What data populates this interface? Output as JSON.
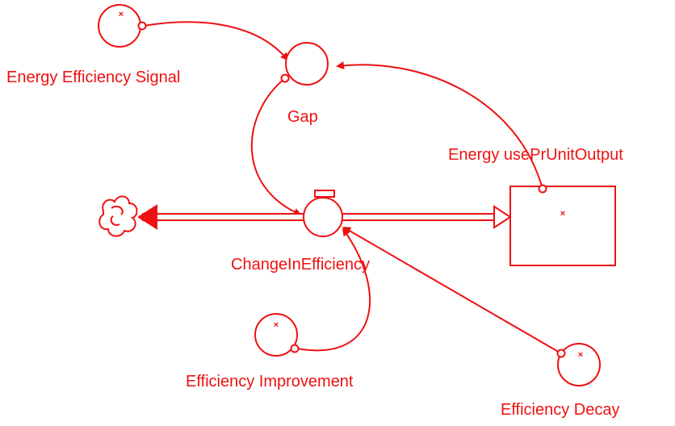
{
  "diagram": {
    "color": "#ee1111",
    "stock": {
      "label": "Energy usePrUnitOutput"
    },
    "flow": {
      "label": "ChangeInEfficiency"
    },
    "converters": {
      "gap": {
        "label": "Gap"
      },
      "signal": {
        "label": "Energy Efficiency Signal"
      },
      "improvement": {
        "label": "Efficiency Improvement"
      },
      "decay": {
        "label": "Efficiency Decay"
      }
    },
    "source": {
      "icon": "cloud-icon"
    }
  }
}
